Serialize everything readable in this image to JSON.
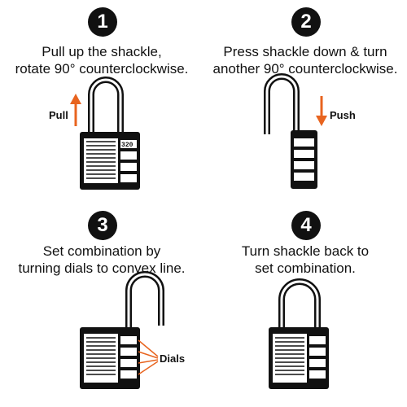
{
  "steps": [
    {
      "number": "1",
      "line1": "Pull up the shackle,",
      "line2": "rotate 90° counterclockwise.",
      "tag": "Pull"
    },
    {
      "number": "2",
      "line1": "Press shackle down & turn",
      "line2": "another 90° counterclockwise.",
      "tag": "Push"
    },
    {
      "number": "3",
      "line1": "Set combination by",
      "line2": "turning dials to convex line.",
      "tag": "Dials"
    },
    {
      "number": "4",
      "line1": "Turn shackle back to",
      "line2": "set combination.",
      "tag": ""
    }
  ],
  "dial_digits": [
    "3",
    "2",
    "0"
  ],
  "colors": {
    "arrow": "#e8641f",
    "body": "#111111"
  }
}
